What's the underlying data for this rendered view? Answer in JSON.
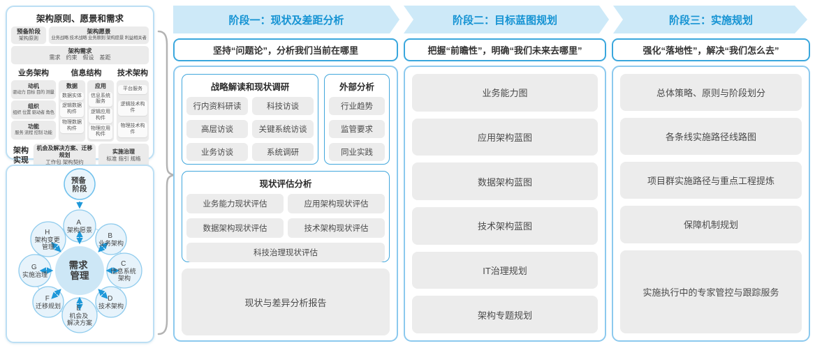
{
  "colors": {
    "accent": "#1593d3",
    "band_bg": "#cde9f8",
    "chip_bg": "#ececec",
    "border_strong": "#41a7dc",
    "border_light": "#8cc9ee",
    "arrow_blue": "#1e98d9"
  },
  "left_panel": {
    "title": "架构原则、愿景和需求",
    "prep_title": "预备阶段",
    "prep_sub": "架构原则",
    "vision_title": "架构愿景",
    "vision_sub": "业务战略 技术战略 业务原则 架构愿景 利益相关者",
    "req_title": "架构需求",
    "req_sub": "需求　约束　假设　差距",
    "biz_title": "业务架构",
    "biz_items": [
      {
        "title": "动机",
        "sub": "驱动力 目标 目的 测量"
      },
      {
        "title": "组织",
        "sub": "组织 位置 驱动者 角色"
      },
      {
        "title": "功能",
        "sub": "服务 流程 控制 功能"
      }
    ],
    "info_title": "信息结构",
    "info_data_title": "数据",
    "info_data_items": [
      "数据实体",
      "逻辑数据构件",
      "物理数据构件"
    ],
    "info_app_title": "应用",
    "info_app_items": [
      "信息系统服务",
      "逻辑应用构件",
      "物理应用构件"
    ],
    "tech_title": "技术架构",
    "tech_items": [
      "平台服务",
      "逻辑技术构件",
      "物理技术构件"
    ],
    "impl_label": "架构实现",
    "impl_box1_title": "机会及解决方案、迁移规划",
    "impl_box1_sub": "工作包 架构契约",
    "impl_box2_title": "实施治理",
    "impl_box2_sub": "标准 指引 规格"
  },
  "adm": {
    "prep": {
      "l1": "预备",
      "l2": "阶段"
    },
    "center": {
      "l1": "需求",
      "l2": "管理"
    },
    "nodes": {
      "a": {
        "letter": "A",
        "n1": "架构愿景",
        "n2": ""
      },
      "b": {
        "letter": "B",
        "n1": "业务架构",
        "n2": ""
      },
      "c": {
        "letter": "C",
        "n1": "信息系统",
        "n2": "架构"
      },
      "d": {
        "letter": "D",
        "n1": "技术架构",
        "n2": ""
      },
      "e": {
        "letter": "E",
        "n1": "机会及",
        "n2": "解决方案"
      },
      "f": {
        "letter": "F",
        "n1": "迁移规划",
        "n2": ""
      },
      "g": {
        "letter": "G",
        "n1": "实施治理",
        "n2": ""
      },
      "h": {
        "letter": "H",
        "n1": "架构变更",
        "n2": "管理"
      }
    }
  },
  "phases": [
    {
      "header": "阶段一：现状及差距分析",
      "subtitle": "坚持“问题论”，分析我们当前在哪里"
    },
    {
      "header": "阶段二：目标蓝图规划",
      "subtitle": "把握“前瞻性”，明确“我们未来去哪里”"
    },
    {
      "header": "阶段三：实施规划",
      "subtitle": "强化“落地性”，解决“我们怎么去”"
    }
  ],
  "phase1": {
    "strategy_title": "战略解读和现状调研",
    "strategy_items": [
      "行内资料研读",
      "科技访谈",
      "高层访谈",
      "关键系统访谈",
      "业务访谈",
      "系统调研"
    ],
    "external_title": "外部分析",
    "external_items": [
      "行业趋势",
      "监管要求",
      "同业实践"
    ],
    "assess_title": "现状评估分析",
    "assess_items": [
      "业务能力现状评估",
      "应用架构现状评估",
      "数据架构现状评估",
      "技术架构现状评估"
    ],
    "assess_full": "科技治理现状评估",
    "report": "现状与差异分析报告"
  },
  "phase2": {
    "items": [
      "业务能力图",
      "应用架构蓝图",
      "数据架构蓝图",
      "技术架构蓝图",
      "IT治理规划",
      "架构专题规划"
    ]
  },
  "phase3": {
    "items": [
      "总体策略、原则与阶段划分",
      "各条线实施路径线路图",
      "项目群实施路径与重点工程提炼",
      "保障机制规划",
      "实施执行中的专家管控与跟踪服务"
    ]
  }
}
